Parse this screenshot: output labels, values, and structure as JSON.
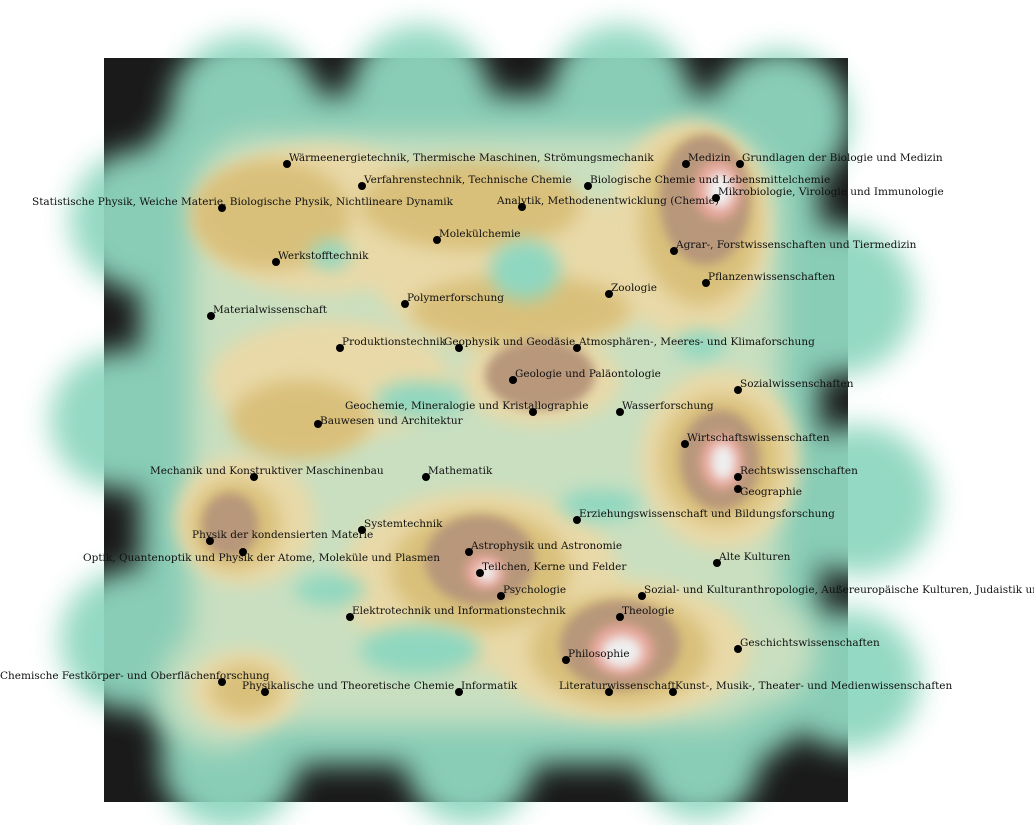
{
  "map": {
    "colors": {
      "background": "#ffffff",
      "dark_panel": "#1a1a1a",
      "ocean": "#8fd7c0",
      "lowland": "#c9dfc0",
      "sand": "#e9d9a8",
      "plain": "#d9c07a",
      "hill": "#b8977a",
      "peak_edge": "#e7a79b",
      "peak": "#efefef",
      "marker": "#000000"
    },
    "peaks": [
      {
        "id": "medicine-peak",
        "label_ref": "Medizin"
      },
      {
        "id": "wiwi-peak",
        "label_ref": "Wirtschaftswissenschaften"
      },
      {
        "id": "philosophy-peak",
        "label_ref": "Philosophie"
      },
      {
        "id": "astro-peak",
        "label_ref": "Teilchen, Kerne und Felder"
      }
    ],
    "labels": [
      "Wärmeenergietechnik, Thermische Maschinen, Strömungsmechanik",
      "Medizin",
      "Grundlagen der Biologie und Medizin",
      "Verfahrenstechnik, Technische Chemie",
      "Biologische Chemie und Lebensmittelchemie",
      "Statistische Physik, Weiche Materie, Biologische Physik, Nichtlineare Dynamik",
      "Analytik, Methodenentwicklung (Chemie)",
      "Mikrobiologie, Virologie und Immunologie",
      "Molekülchemie",
      "Agrar-, Forstwissenschaften und Tiermedizin",
      "Werkstofftechnik",
      "Pflanzenwissenschaften",
      "Zoologie",
      "Polymerforschung",
      "Materialwissenschaft",
      "Produktionstechnik",
      "Geophysik und Geodäsie",
      "Atmosphären-, Meeres- und Klimaforschung",
      "Geologie und Paläontologie",
      "Sozialwissenschaften",
      "Geochemie, Mineralogie und Kristallographie",
      "Wasserforschung",
      "Bauwesen und Architektur",
      "Wirtschaftswissenschaften",
      "Mechanik und Konstruktiver Maschinenbau",
      "Mathematik",
      "Rechtswissenschaften",
      "Geographie",
      "Erziehungswissenschaft und Bildungsforschung",
      "Systemtechnik",
      "Physik der kondensierten Materie",
      "Astrophysik und Astronomie",
      "Optik, Quantenoptik und Physik der Atome, Moleküle und Plasmen",
      "Alte Kulturen",
      "Teilchen, Kerne und Felder",
      "Psychologie",
      "Sozial- und Kulturanthropologie, Außereuropäische Kulturen, Judaistik und Religionswissenschaft",
      "Theologie",
      "Elektrotechnik und Informationstechnik",
      "Geschichtswissenschaften",
      "Philosophie",
      "Chemische Festkörper- und Oberflächenforschung",
      "Physikalische und Theoretische Chemie",
      "Informatik",
      "Literaturwissenschaft",
      "Kunst-, Musik-, Theater- und Medienwissenschaften"
    ]
  }
}
